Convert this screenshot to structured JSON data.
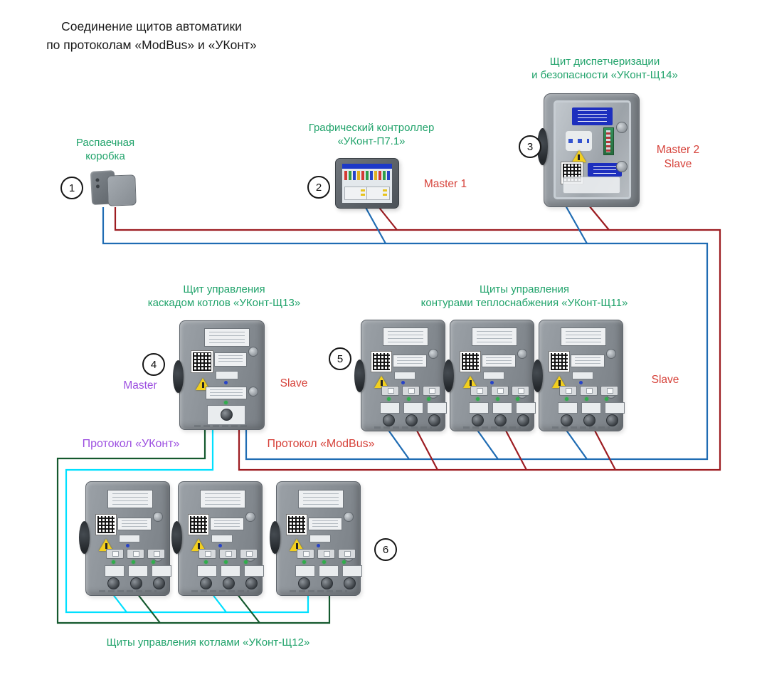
{
  "title": {
    "line1": "Соединение щитов автоматики",
    "line2": "по протоколам «ModBus» и «УКонт»"
  },
  "devices": {
    "junction_box": {
      "number": "1",
      "label_line1": "Распаечная",
      "label_line2": "коробка"
    },
    "graphic_controller": {
      "number": "2",
      "label_line1": "Графический контроллер",
      "label_line2": "«УКонт-П7.1»",
      "role": "Master 1"
    },
    "dispatch_safety_panel": {
      "number": "3",
      "label_line1": "Щит диспетчеризации",
      "label_line2": "и безопасности «УКонт-Щ14»",
      "role_line1": "Master 2",
      "role_line2": "Slave"
    },
    "boiler_cascade_panel": {
      "number": "4",
      "label_line1": "Щит управления",
      "label_line2": "каскадом котлов «УКонт-Щ13»",
      "role_left": "Master",
      "role_right": "Slave"
    },
    "heating_circuit_panels": {
      "number": "5",
      "label_line1": "Щиты управления",
      "label_line2": "контурами теплоснабжения «УКонт-Щ11»",
      "role": "Slave",
      "count": 3
    },
    "boiler_panels": {
      "number": "6",
      "label": "Щиты управления котлами «УКонт-Щ12»",
      "count": 3
    }
  },
  "protocols": {
    "ukont": {
      "label": "Протокол «УКонт»",
      "label_color": "#9c4fe0",
      "wire_color_a": "#00e0ff",
      "wire_color_b": "#14592e"
    },
    "modbus": {
      "label": "Протокол «ModBus»",
      "label_color": "#d6423a",
      "wire_color_a": "#1f6cb3",
      "wire_color_b": "#9d1c21"
    }
  },
  "colors": {
    "device_label_green": "#21a36b",
    "role_red": "#d6423a",
    "role_purple": "#9c4fe0",
    "title_black": "#1b1b1b"
  },
  "connections": {
    "modbus_bus_devices": [
      "1",
      "2",
      "3",
      "4",
      "5"
    ],
    "ukont_bus_devices": [
      "4",
      "6"
    ]
  }
}
